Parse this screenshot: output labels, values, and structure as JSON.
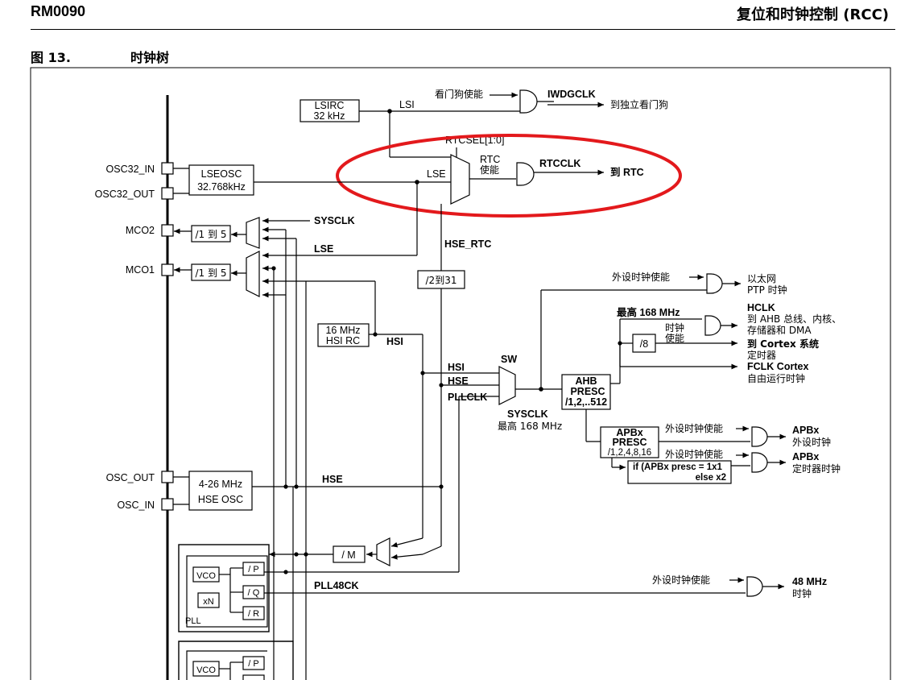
{
  "header": {
    "doc_id": "RM0090",
    "section": "复位和时钟控制 (RCC)"
  },
  "figure": {
    "number": "图 13.",
    "title": "时钟树"
  },
  "labels": {
    "lsirc": "LSIRC",
    "lsirc_freq": "32 kHz",
    "lsi": "LSI",
    "wdg_enable": "看门狗使能",
    "iwdgclk": "IWDGCLK",
    "to_iwdg": "到独立看门狗",
    "rtcsel": "RTCSEL[1:0]",
    "rtc_en_1": "RTC",
    "rtc_en_2": "使能",
    "rtcclk": "RTCCLK",
    "to_rtc": "到 RTC",
    "lse_mux": "LSE",
    "lseosc": "LSEOSC",
    "lseosc_freq": "32.768kHz",
    "osc32_in": "OSC32_IN",
    "osc32_out": "OSC32_OUT",
    "mco2": "MCO2",
    "mco1": "MCO1",
    "div_mco2": "/1 到 5",
    "div_mco1": "/1 到 5",
    "sysclk_mco": "SYSCLK",
    "lse_mco": "LSE",
    "hse_rtc": "HSE_RTC",
    "div_2_31": "/2到31",
    "hsirc_freq": "16 MHz",
    "hsirc": "HSI RC",
    "hsi": "HSI",
    "periph_en_ptp": "外设时钟使能",
    "ptp_1": "以太网",
    "ptp_2": "PTP 时钟",
    "max168": "最高 168 MHz",
    "hclk": "HCLK",
    "hclk_d1": "到 AHB 总线、内核、",
    "hclk_d2": "存储器和 DMA",
    "clk_en_1": "时钟",
    "clk_en_2": "使能",
    "div8": "/8",
    "cortex_1": "到 Cortex 系统",
    "cortex_2": "定时器",
    "fclk": "FCLK Cortex",
    "fclk_d": "自由运行时钟",
    "sw": "SW",
    "hsi_in": "HSI",
    "hse_in": "HSE",
    "pllclk_in": "PLLCLK",
    "sysclk": "SYSCLK",
    "sysclk_max": "最高 168 MHz",
    "ahb_1": "AHB",
    "ahb_2": "PRESC",
    "ahb_3": "/1,2,..512",
    "apb_1": "APBx",
    "apb_2": "PRESC",
    "apb_3": "/1,2,4,8,16",
    "periph_en_apb": "外设时钟使能",
    "apbx_out_1": "APBx",
    "apbx_out_2": "外设时钟",
    "periph_en_tim": "外设时钟使能",
    "tim_cond_1": "if (APBx presc = 1x1",
    "tim_cond_2": "else x2",
    "apbx_tim_1": "APBx",
    "apbx_tim_2": "定时器时钟",
    "osc_out": "OSC_OUT",
    "osc_in": "OSC_IN",
    "hseosc_freq": "4-26 MHz",
    "hseosc": "HSE OSC",
    "hse": "HSE",
    "div_m": "/ M",
    "vco": "VCO",
    "xn": "xN",
    "pll": "PLL",
    "div_p": "/ P",
    "div_q": "/ Q",
    "div_r": "/ R",
    "pll48ck": "PLL48CK",
    "periph_en_48": "外设时钟使能",
    "mhz48_1": "48 MHz",
    "mhz48_2": "时钟",
    "vco2": "VCO",
    "div_p2": "/ P"
  },
  "colors": {
    "highlight": "#e3191c",
    "line": "#000000"
  }
}
